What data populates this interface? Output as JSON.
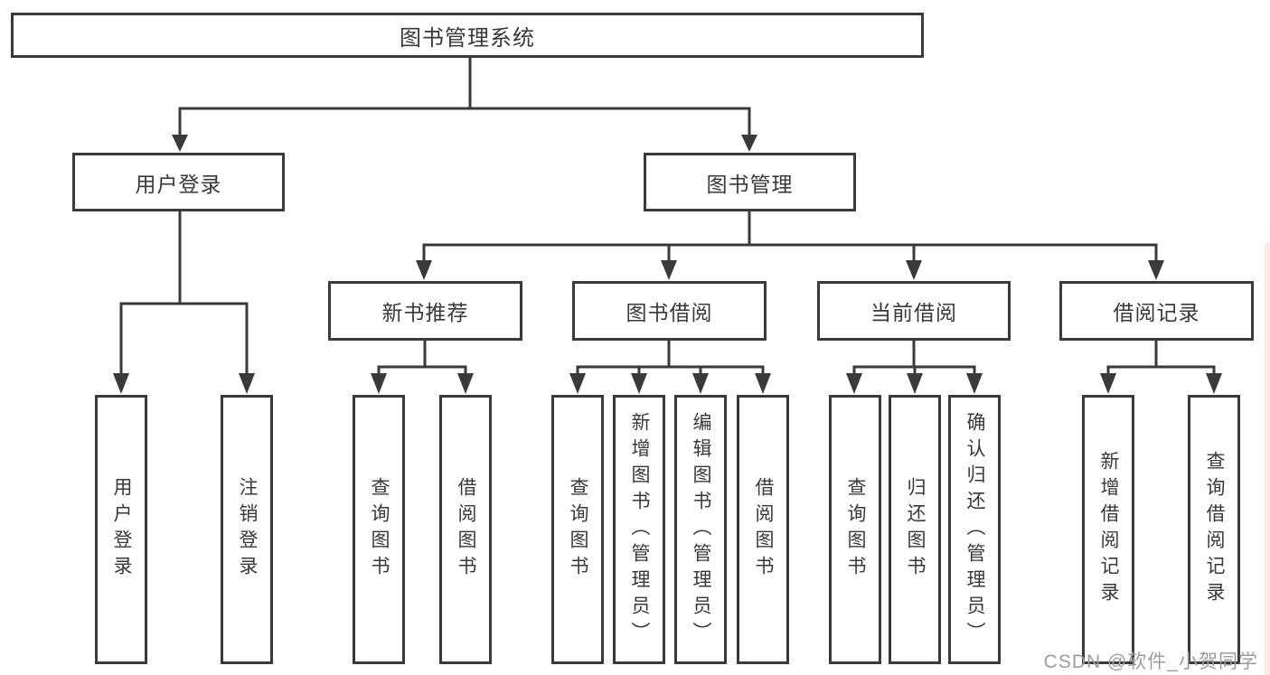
{
  "diagram": {
    "type": "hierarchy-tree",
    "title": "图书管理系统",
    "tree": {
      "label": "图书管理系统",
      "children": [
        {
          "label": "用户登录",
          "children": [
            {
              "label": "用户登录"
            },
            {
              "label": "注销登录"
            }
          ]
        },
        {
          "label": "图书管理",
          "children": [
            {
              "label": "新书推荐",
              "children": [
                {
                  "label": "查询图书"
                },
                {
                  "label": "借阅图书"
                }
              ]
            },
            {
              "label": "图书借阅",
              "children": [
                {
                  "label": "查询图书"
                },
                {
                  "label": "新增图书（管理员）"
                },
                {
                  "label": "编辑图书（管理员）"
                },
                {
                  "label": "借阅图书"
                }
              ]
            },
            {
              "label": "当前借阅",
              "children": [
                {
                  "label": "查询图书"
                },
                {
                  "label": "归还图书"
                },
                {
                  "label": "确认归还（管理员）"
                }
              ]
            },
            {
              "label": "借阅记录",
              "children": [
                {
                  "label": "新增借阅记录"
                },
                {
                  "label": "查询借阅记录"
                }
              ]
            }
          ]
        }
      ]
    }
  },
  "watermark": {
    "text": "CSDN @软件_小贺同学"
  },
  "colors": {
    "line": "#3a3a3a",
    "text": "#36393e",
    "background": "#ffffff",
    "watermark": "#9d9d9d",
    "right_edge_tint": "#fbe9ec"
  }
}
